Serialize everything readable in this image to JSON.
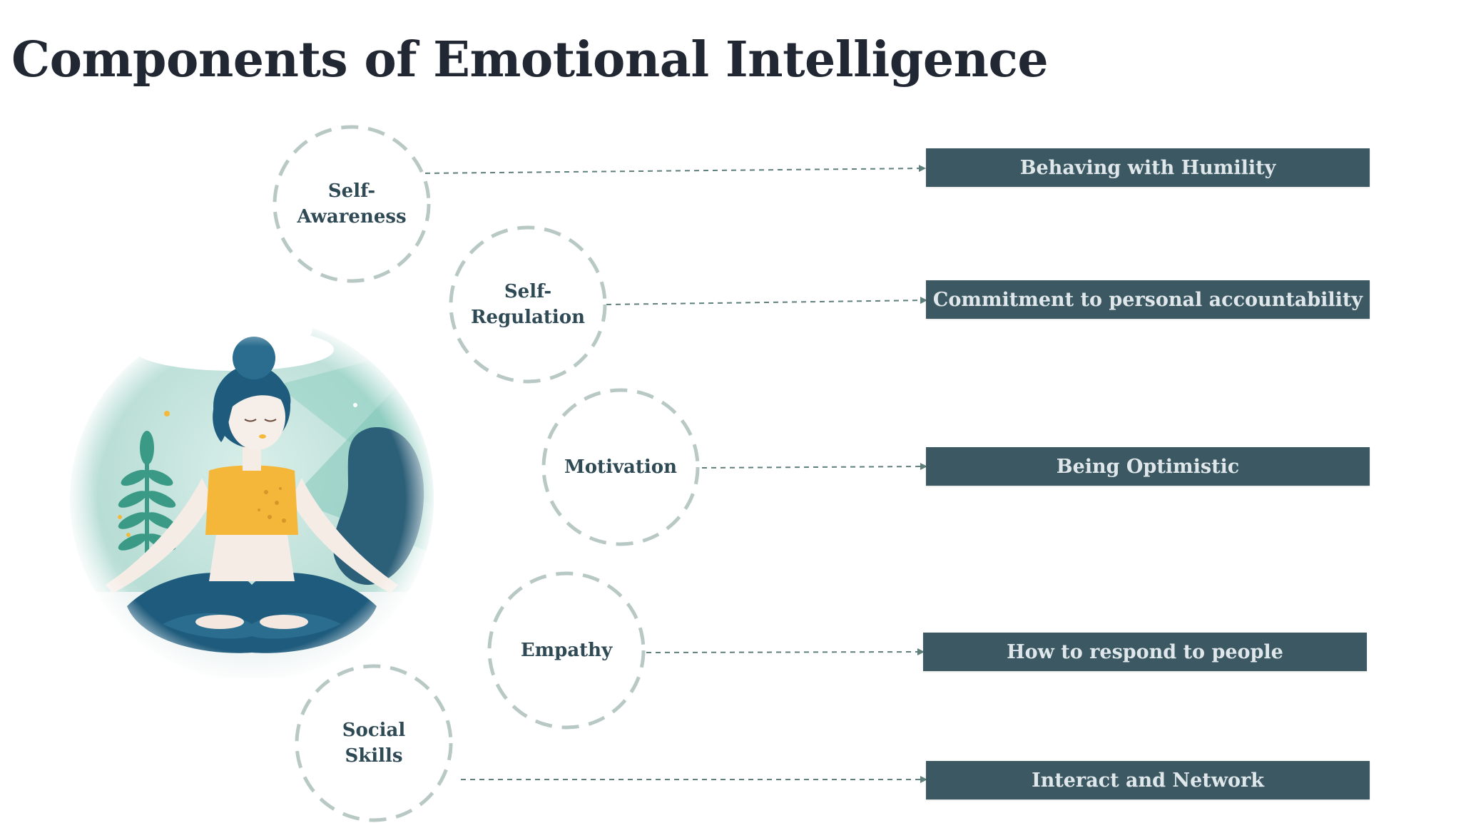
{
  "title": "Components of Emotional Intelligence",
  "colors": {
    "title": "#222833",
    "node_text": "#2f4a55",
    "ring": "#b8c8c4",
    "connector": "#5e7f7c",
    "box_fill": "#3c5862",
    "box_text": "#dfe7ea"
  },
  "illustration": {
    "icon": "meditating-woman-illustration"
  },
  "components": [
    {
      "label": "Self-\nAwareness",
      "outcome": "Behaving with Humility"
    },
    {
      "label": "Self-\nRegulation",
      "outcome": "Commitment to personal accountability"
    },
    {
      "label": "Motivation",
      "outcome": "Being Optimistic"
    },
    {
      "label": "Empathy",
      "outcome": "How to respond to people"
    },
    {
      "label": "Social\nSkills",
      "outcome": "Interact and Network"
    }
  ]
}
